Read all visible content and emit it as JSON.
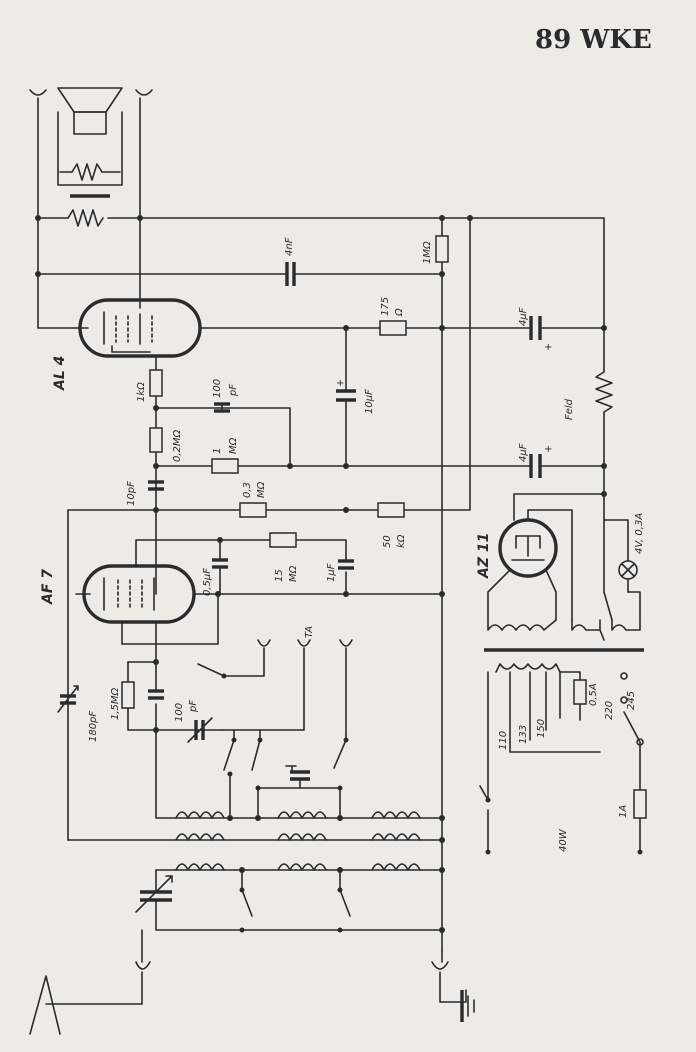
{
  "title": "89 WKE",
  "tubes": {
    "output": "AL 4",
    "input": "AF 7",
    "rectifier": "AZ 11"
  },
  "components": {
    "c_4nF": "4nF",
    "r_1M_top": "1MΩ",
    "r_175_a": "175",
    "r_175_b": "Ω",
    "c_4uF_top": "4μF",
    "r_1k": "1kΩ",
    "c_100pF_a": "100",
    "c_100pF_b": "pF",
    "c_10uF": "10μF",
    "field": "Feld",
    "r_02M": "0,2MΩ",
    "r_1M_mid_a": "1",
    "r_1M_mid_b": "MΩ",
    "c_4uF_mid": "4μF",
    "c_10pF": "10pF",
    "r_03M_a": "0,3",
    "r_03M_b": "MΩ",
    "r_50k_a": "50",
    "r_50k_b": "kΩ",
    "lamp": "4V, 0,3A",
    "c_05uF": "0,5μF",
    "r_15M_a": "15",
    "r_15M_b": "MΩ",
    "c_1uF": "1μF",
    "term_ta": "TA",
    "c_180pF": "180pF",
    "r_15M_grid": "1,5MΩ",
    "c_100pF_grid_a": "100",
    "c_100pF_grid_b": "pF",
    "tap_110": "110",
    "tap_133": "133",
    "tap_150": "150",
    "fuse_05A": "0,5A",
    "tap_220": "220",
    "tap_245": "245",
    "fuse_1A": "1A",
    "power": "40W"
  }
}
